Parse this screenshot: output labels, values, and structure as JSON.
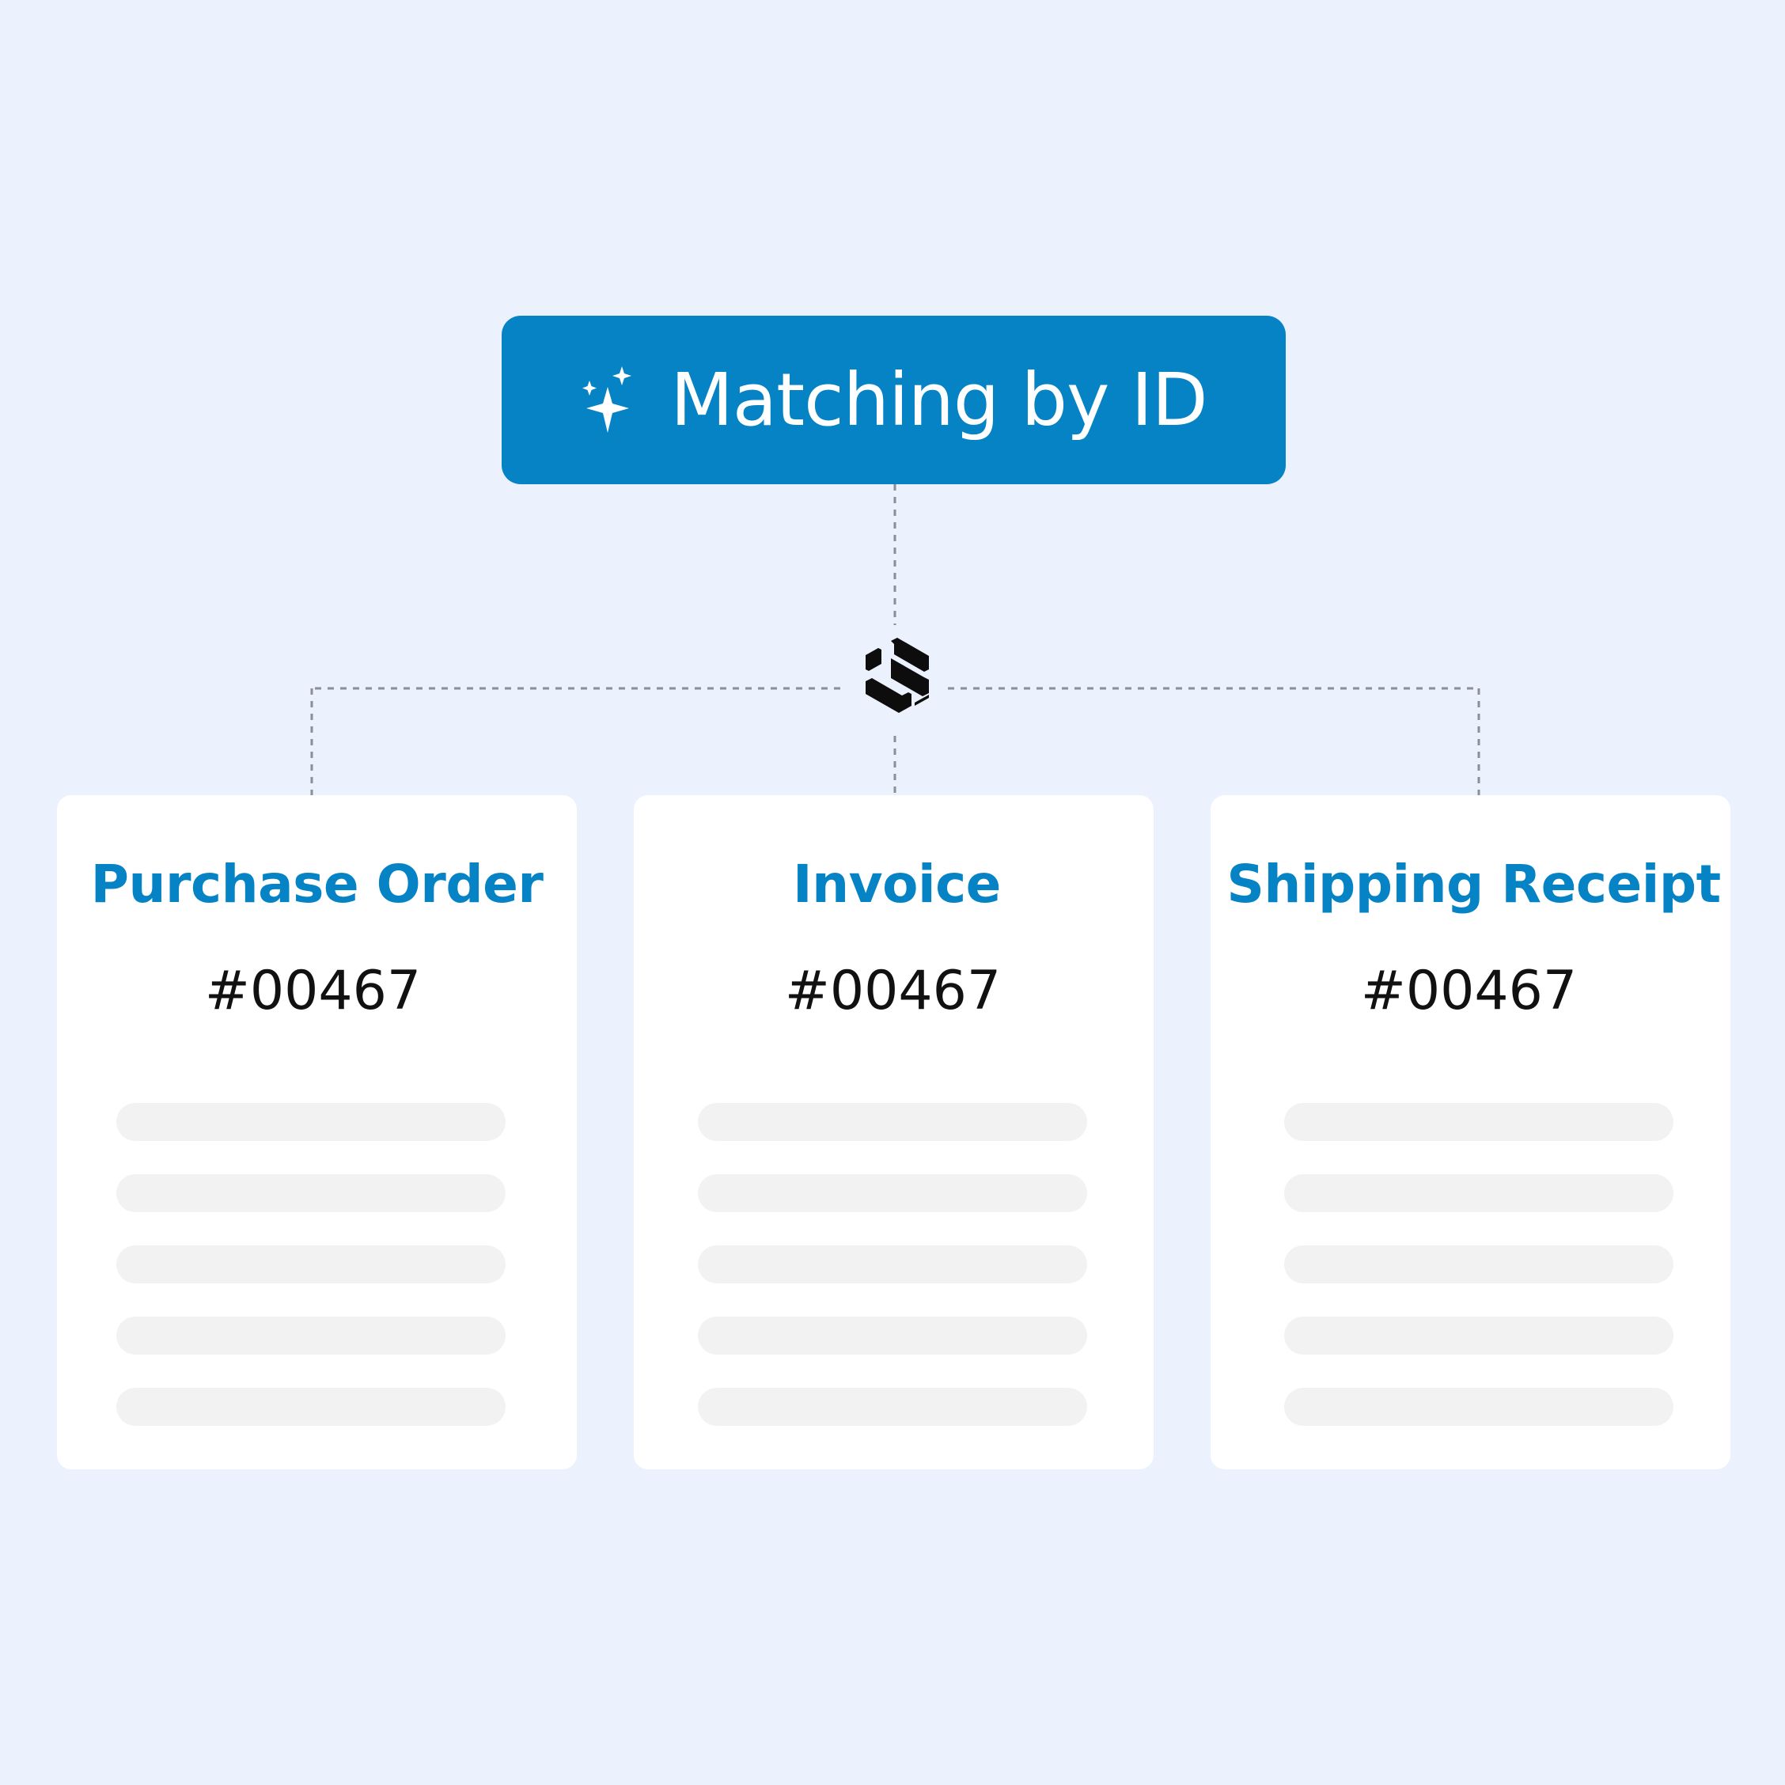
{
  "header": {
    "title": "Matching by ID",
    "icon": "sparkles-icon",
    "background_color": "#0583C5"
  },
  "hub": {
    "icon": "brand-logo-icon"
  },
  "documents": [
    {
      "title": "Purchase Order",
      "id": "#00467"
    },
    {
      "title": "Invoice",
      "id": "#00467"
    },
    {
      "title": "Shipping Receipt",
      "id": "#00467"
    }
  ],
  "colors": {
    "background": "#EBF2FE",
    "accent": "#0583C5",
    "card": "#FFFFFF",
    "placeholder_line": "#F2F2F2",
    "connector": "#8A8F98"
  }
}
